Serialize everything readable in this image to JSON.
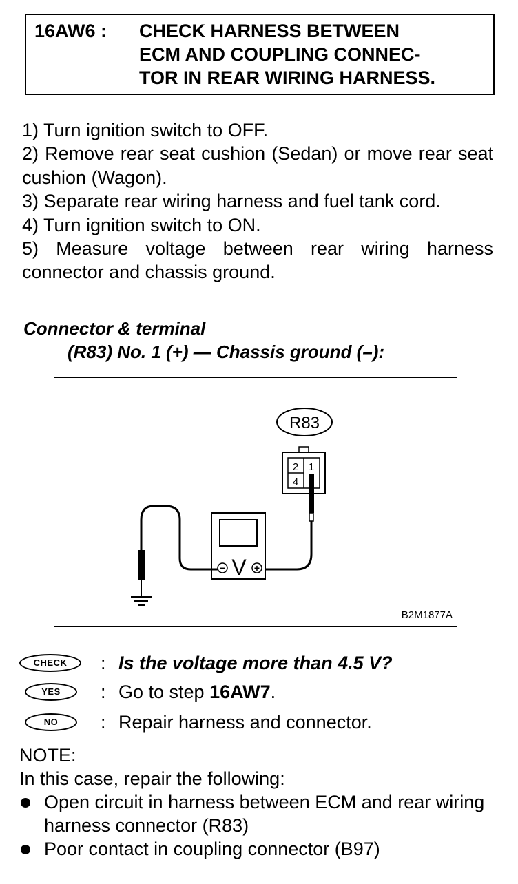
{
  "header": {
    "code": "16AW6 :",
    "title_lines": [
      "CHECK HARNESS BETWEEN",
      "ECM AND COUPLING CONNEC-",
      "TOR IN REAR WIRING HARNESS."
    ]
  },
  "steps": [
    "1)  Turn ignition switch to OFF.",
    "2)  Remove rear seat cushion (Sedan) or move rear seat cushion (Wagon).",
    "3)  Separate rear wiring harness and fuel tank cord.",
    "4)  Turn ignition switch to ON.",
    "5)  Measure voltage between rear wiring harness connector and chassis ground."
  ],
  "connector": {
    "heading": "Connector & terminal",
    "terminal": "(R83) No. 1 (+) — Chassis ground (–):"
  },
  "figure": {
    "connector_label": "R83",
    "pins": [
      "2",
      "1",
      "4"
    ],
    "meter_symbol": "V",
    "minus_symbol": "−",
    "plus_symbol": "+",
    "figure_id": "B2M1877A"
  },
  "check": {
    "check_badge": "CHECK",
    "check_text": "Is the voltage more than 4.5 V?",
    "yes_badge": "YES",
    "yes_prefix": "Go to step ",
    "yes_step": "16AW7",
    "yes_suffix": ".",
    "no_badge": "NO",
    "no_text": "Repair harness and connector.",
    "colon": ":"
  },
  "note": {
    "title": "NOTE:",
    "intro": "In this case, repair the following:",
    "items": [
      "Open circuit in harness between ECM and rear wiring harness connector (R83)",
      "Poor contact in coupling connector (B97)"
    ]
  }
}
